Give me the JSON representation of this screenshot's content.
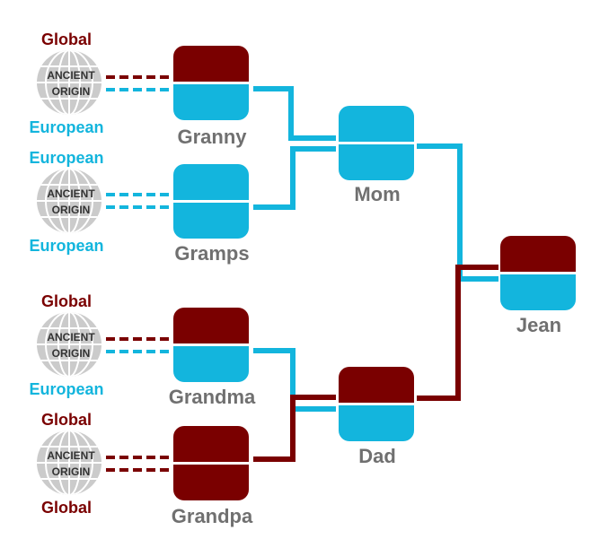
{
  "colors": {
    "global": "#7a0000",
    "european": "#13b5dd",
    "person_label": "#707070",
    "globe": "#c8c8c8"
  },
  "origin_labels": {
    "granny_top": "Global",
    "granny_bottom": "European",
    "gramps_top": "European",
    "gramps_bottom": "European",
    "grandma_top": "Global",
    "grandma_bottom": "European",
    "grandpa_top": "Global",
    "grandpa_bottom": "Global"
  },
  "globe_text": {
    "line1": "ANCIENT",
    "line2": "ORIGIN"
  },
  "people": {
    "granny": "Granny",
    "gramps": "Gramps",
    "grandma": "Grandma",
    "grandpa": "Grandpa",
    "mom": "Mom",
    "dad": "Dad",
    "jean": "Jean"
  }
}
